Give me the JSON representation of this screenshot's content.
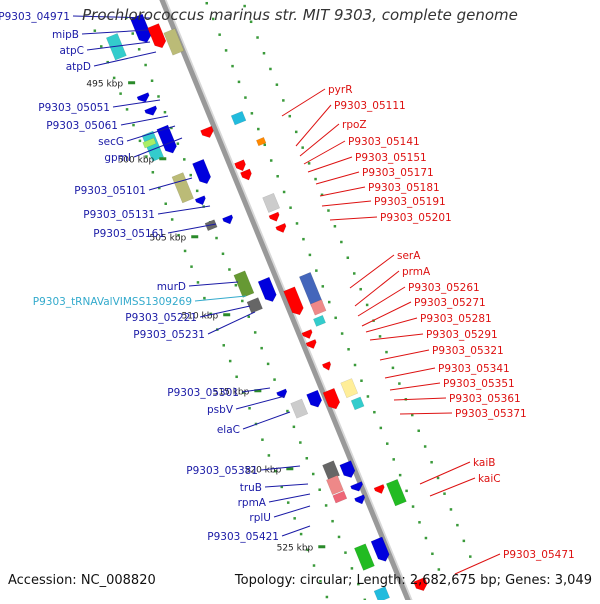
{
  "title": "Prochlorococcus marinus str. MIT 9303, complete genome",
  "footer": {
    "accession": "Accession: NC_008820",
    "summary": "Topology: circular; Length: 2,682,675 bp; Genes: 3,049"
  },
  "colors": {
    "left_label": "#1a1aa6",
    "right_label": "#dd1111",
    "trna_label": "#33aacc",
    "backbone": "#999999",
    "tick": "#2a8a2a"
  },
  "ticks": [
    "495 kbp",
    "500 kbp",
    "505 kbp",
    "510 kbp",
    "515 kbp",
    "520 kbp",
    "525 kbp"
  ],
  "left_labels": [
    "P9303_04971",
    "mipB",
    "atpC",
    "atpD",
    "P9303_05051",
    "P9303_05061",
    "secG",
    "gpmI",
    "P9303_05101",
    "P9303_05131",
    "P9303_05161",
    "murD",
    "P9303_tRNAValVIMSS1309269",
    "P9303_05221",
    "P9303_05231",
    "P9303_05301",
    "psbV",
    "elaC",
    "P9303_05381",
    "truB",
    "rpmA",
    "rplU",
    "P9303_05421"
  ],
  "right_labels": [
    "pyrR",
    "P9303_05111",
    "rpoZ",
    "P9303_05141",
    "P9303_05151",
    "P9303_05171",
    "P9303_05181",
    "P9303_05191",
    "P9303_05201",
    "serA",
    "prmA",
    "P9303_05261",
    "P9303_05271",
    "P9303_05281",
    "P9303_05291",
    "P9303_05321",
    "P9303_05341",
    "P9303_05351",
    "P9303_05361",
    "P9303_05371",
    "kaiB",
    "kaiC",
    "P9303_05471"
  ]
}
